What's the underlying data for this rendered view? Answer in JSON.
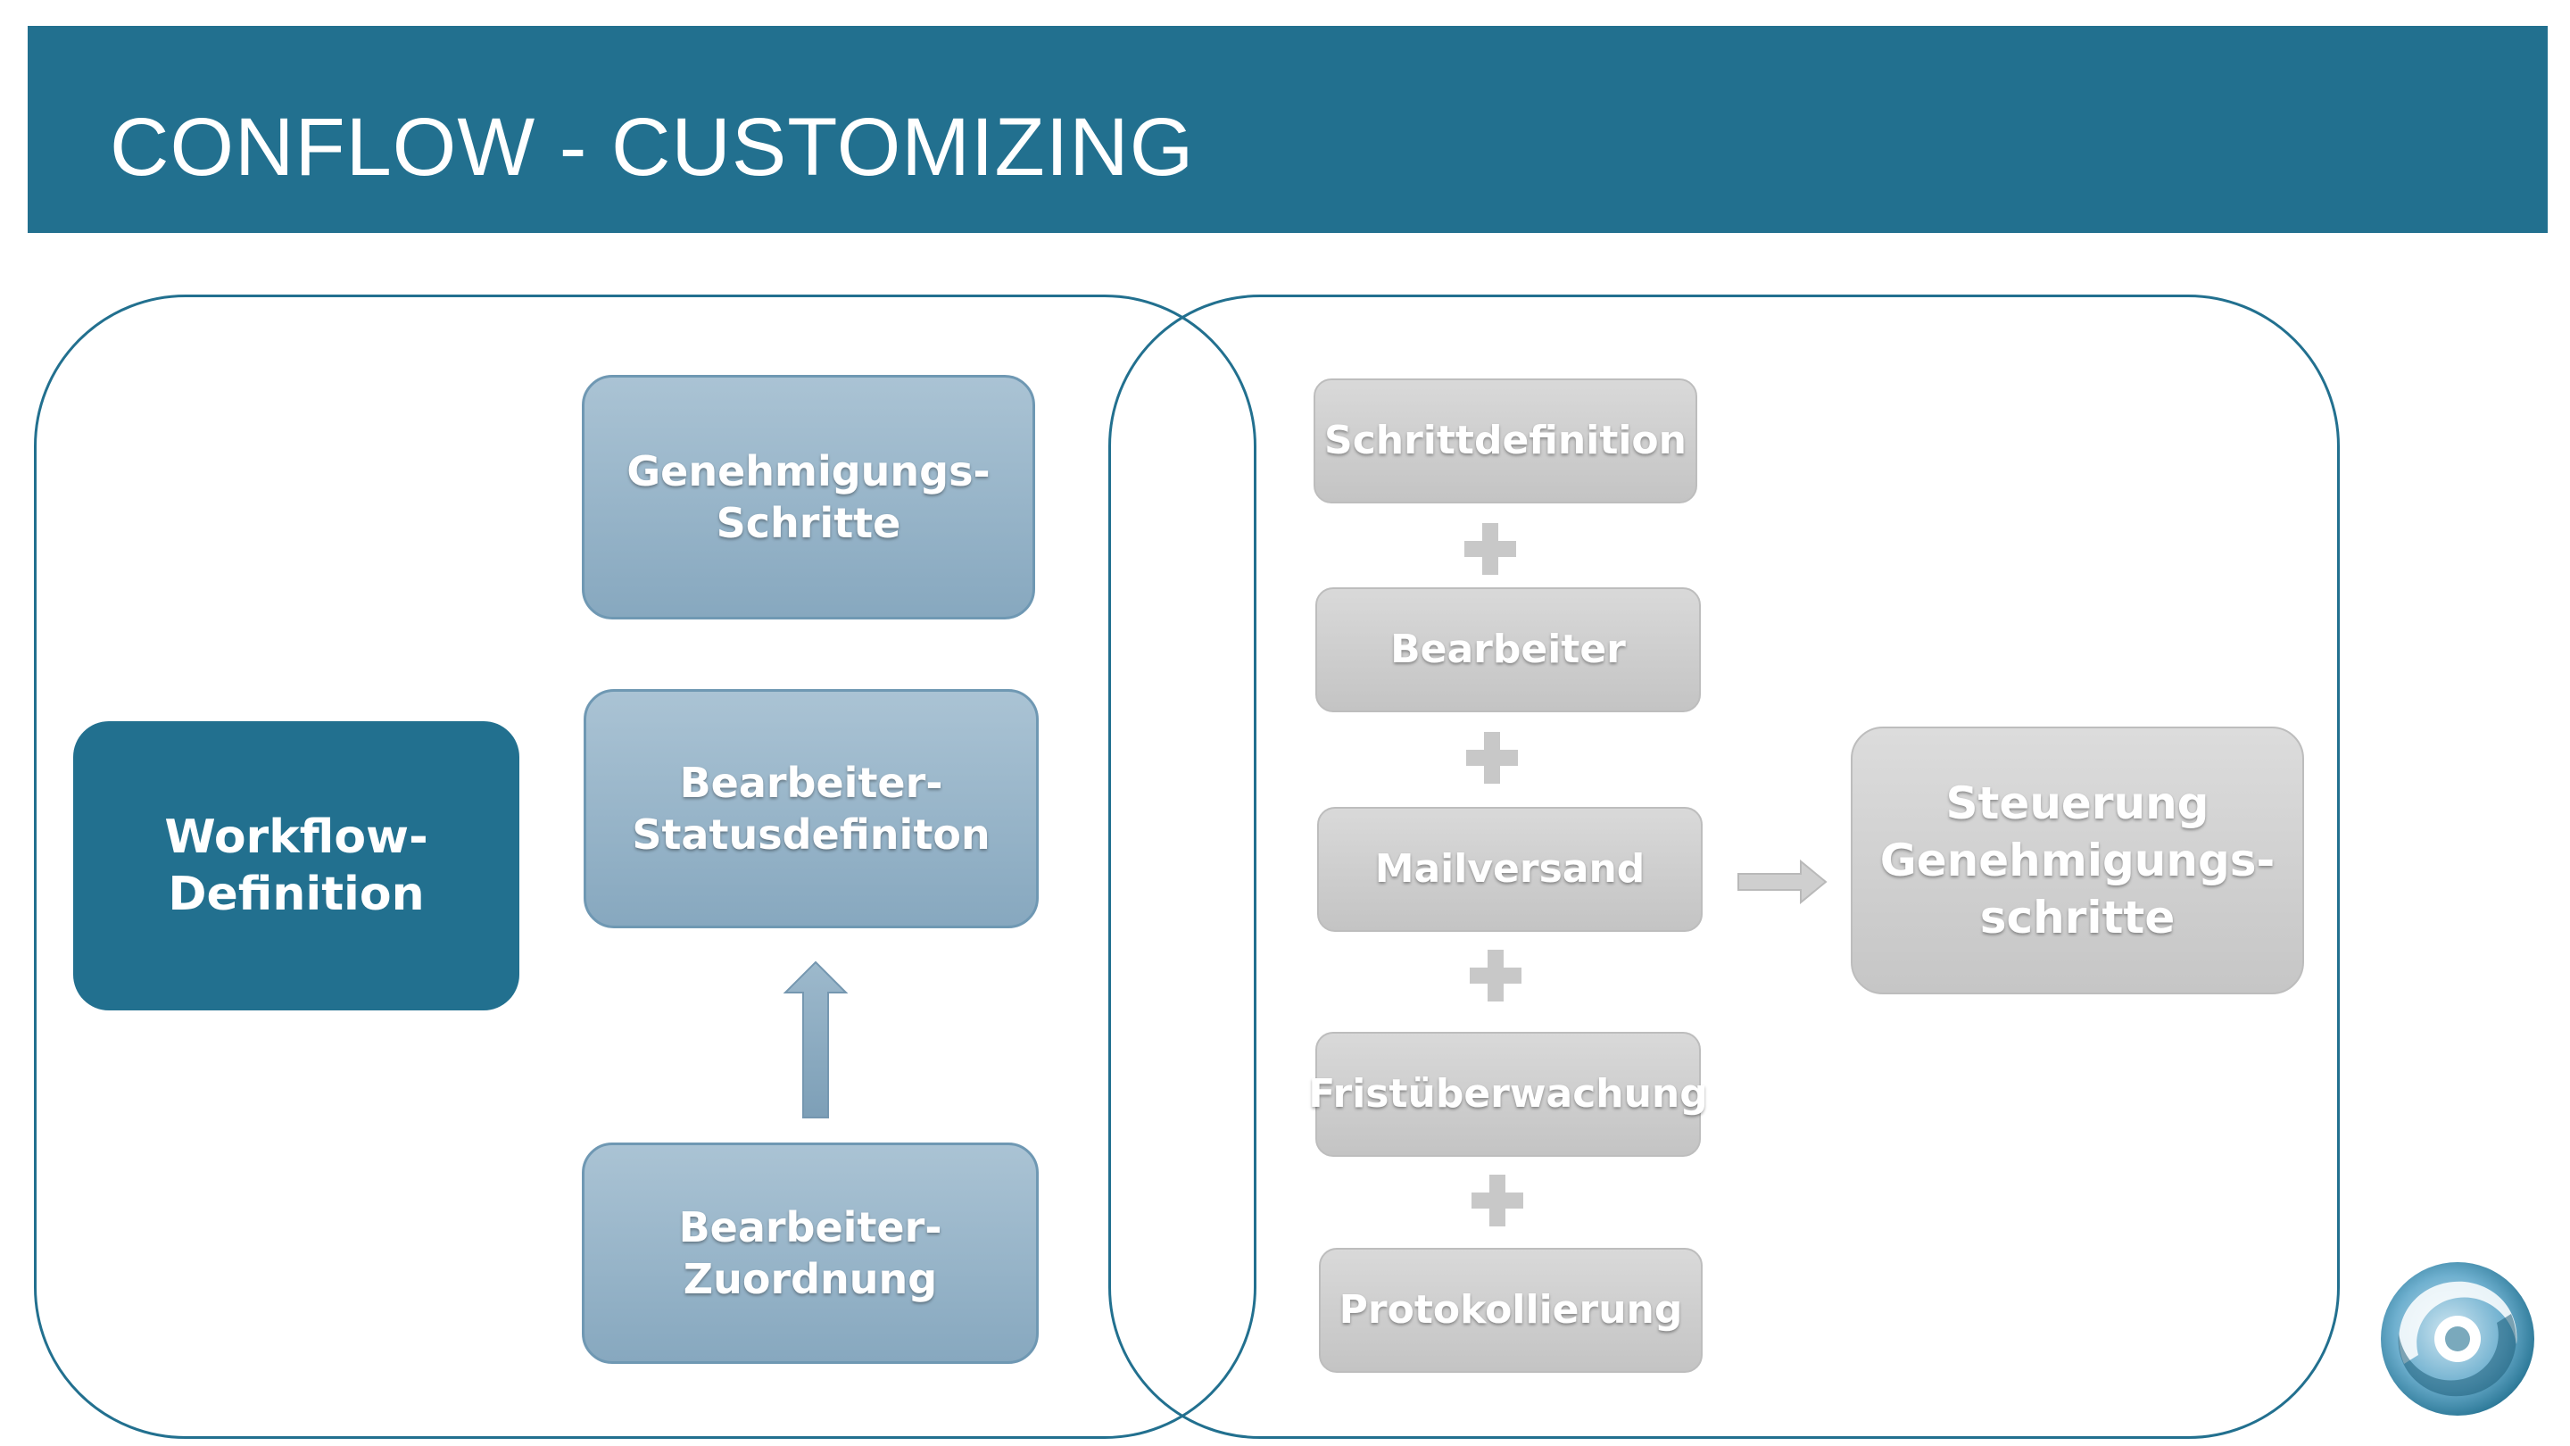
{
  "header": {
    "title": "CONFLOW - CUSTOMIZING",
    "background": "#22708f"
  },
  "left_group": {
    "workflow": "Workflow-\nDefinition",
    "genehmigung": "Genehmigungs-\nSchritte",
    "status": "Bearbeiter-\nStatusdefiniton",
    "zuordnung": "Bearbeiter-\nZuordnung"
  },
  "right_group": {
    "steps": [
      "Schrittdefinition",
      "Bearbeiter",
      "Mailversand",
      "Fristüberwachung",
      "Protokollierung"
    ],
    "result": "Steuerung\nGenehmigungs-\nschritte"
  },
  "icons": {
    "up_arrow": "arrow-up-icon",
    "right_arrow": "arrow-right-icon",
    "plus": "plus-icon",
    "logo": "conflow-logo"
  },
  "colors": {
    "accent": "#22708f",
    "blue_box": "#9bb8cc",
    "gray_box": "#cfcfcf"
  }
}
